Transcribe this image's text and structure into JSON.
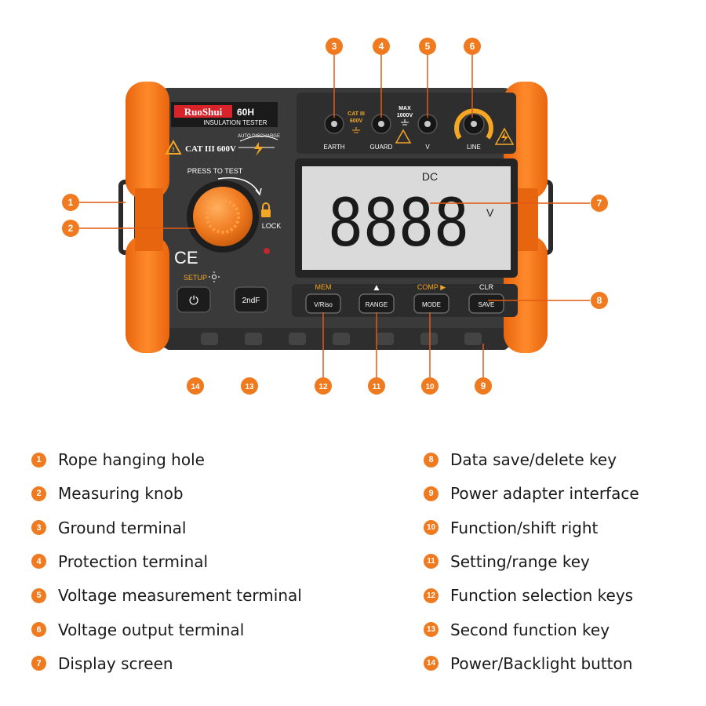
{
  "device": {
    "brand": "RuoShui",
    "model": "60H",
    "subtitle": "INSULATION TESTER",
    "cat_rating": "CAT III 600V",
    "auto_discharge": "AUTO DISCHARGE",
    "press_to_test": "PRESS TO TEST",
    "lock": "LOCK",
    "ce_mark": "CE",
    "setup": "SETUP",
    "terminal_cat": "CAT III",
    "terminal_600v": "600V",
    "max_label": "MAX",
    "max_value": "1000V",
    "terminals": {
      "earth": "EARTH",
      "guard": "GUARD",
      "v": "V",
      "line": "LINE"
    },
    "display": {
      "mode": "DC",
      "digits": "8888",
      "unit": "V"
    },
    "buttons": {
      "power": "⏻",
      "second_function": "2ndF",
      "mem_label": "MEM",
      "v_riso": "V/Riso",
      "range_symbol": "▲",
      "range": "RANGE",
      "comp_label": "COMP ▶",
      "mode": "MODE",
      "clr_label": "CLR",
      "save": "SAVE"
    }
  },
  "callouts": [
    "1",
    "2",
    "3",
    "4",
    "5",
    "6",
    "7",
    "8",
    "9",
    "10",
    "11",
    "12",
    "13",
    "14"
  ],
  "legend": [
    {
      "num": "1",
      "text": "Rope hanging hole"
    },
    {
      "num": "2",
      "text": "Measuring knob"
    },
    {
      "num": "3",
      "text": "Ground terminal"
    },
    {
      "num": "4",
      "text": "Protection terminal"
    },
    {
      "num": "5",
      "text": "Voltage measurement terminal"
    },
    {
      "num": "6",
      "text": "Voltage output terminal"
    },
    {
      "num": "7",
      "text": "Display screen"
    },
    {
      "num": "8",
      "text": "Data save/delete key"
    },
    {
      "num": "9",
      "text": "Power adapter interface"
    },
    {
      "num": "10",
      "text": "Function/shift right"
    },
    {
      "num": "11",
      "text": "Setting/range key"
    },
    {
      "num": "12",
      "text": "Function selection keys"
    },
    {
      "num": "13",
      "text": "Second function key"
    },
    {
      "num": "14",
      "text": "Power/Backlight button"
    }
  ],
  "colors": {
    "accent": "#f07a1f",
    "body": "#3a3a3a",
    "panel": "#2c2c2c",
    "lcd": "#dadada"
  }
}
